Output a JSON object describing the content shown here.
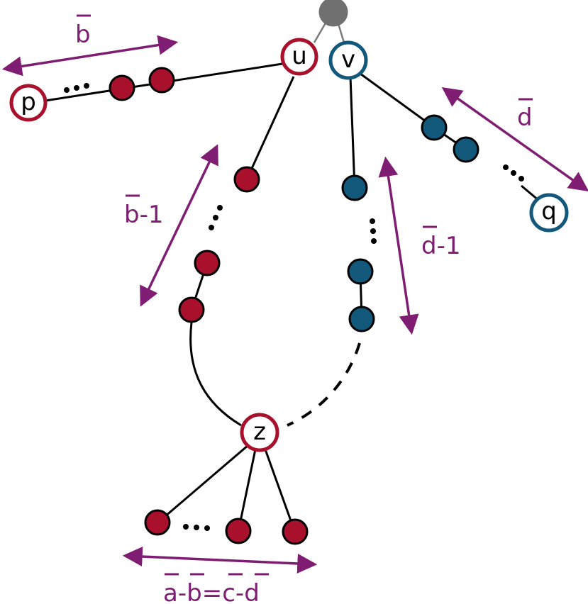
{
  "colors": {
    "red": "#a8102c",
    "blue": "#11587a",
    "purple": "#7f1d73",
    "grey": "#707070"
  },
  "nodes": {
    "u": "u",
    "v": "v",
    "p": "p",
    "q": "q",
    "z": "z"
  },
  "labels": {
    "b": {
      "base": "b",
      "suffix": ""
    },
    "d": {
      "base": "d",
      "suffix": ""
    },
    "b_minus_1": {
      "base": "b",
      "suffix": "-1"
    },
    "d_minus_1": {
      "base": "d",
      "suffix": "-1"
    },
    "bottom": {
      "a": "a",
      "op1": "-",
      "b": "b",
      "eq": "=",
      "c": "c",
      "op2": "-",
      "d": "d"
    }
  },
  "ellipsis": "…"
}
